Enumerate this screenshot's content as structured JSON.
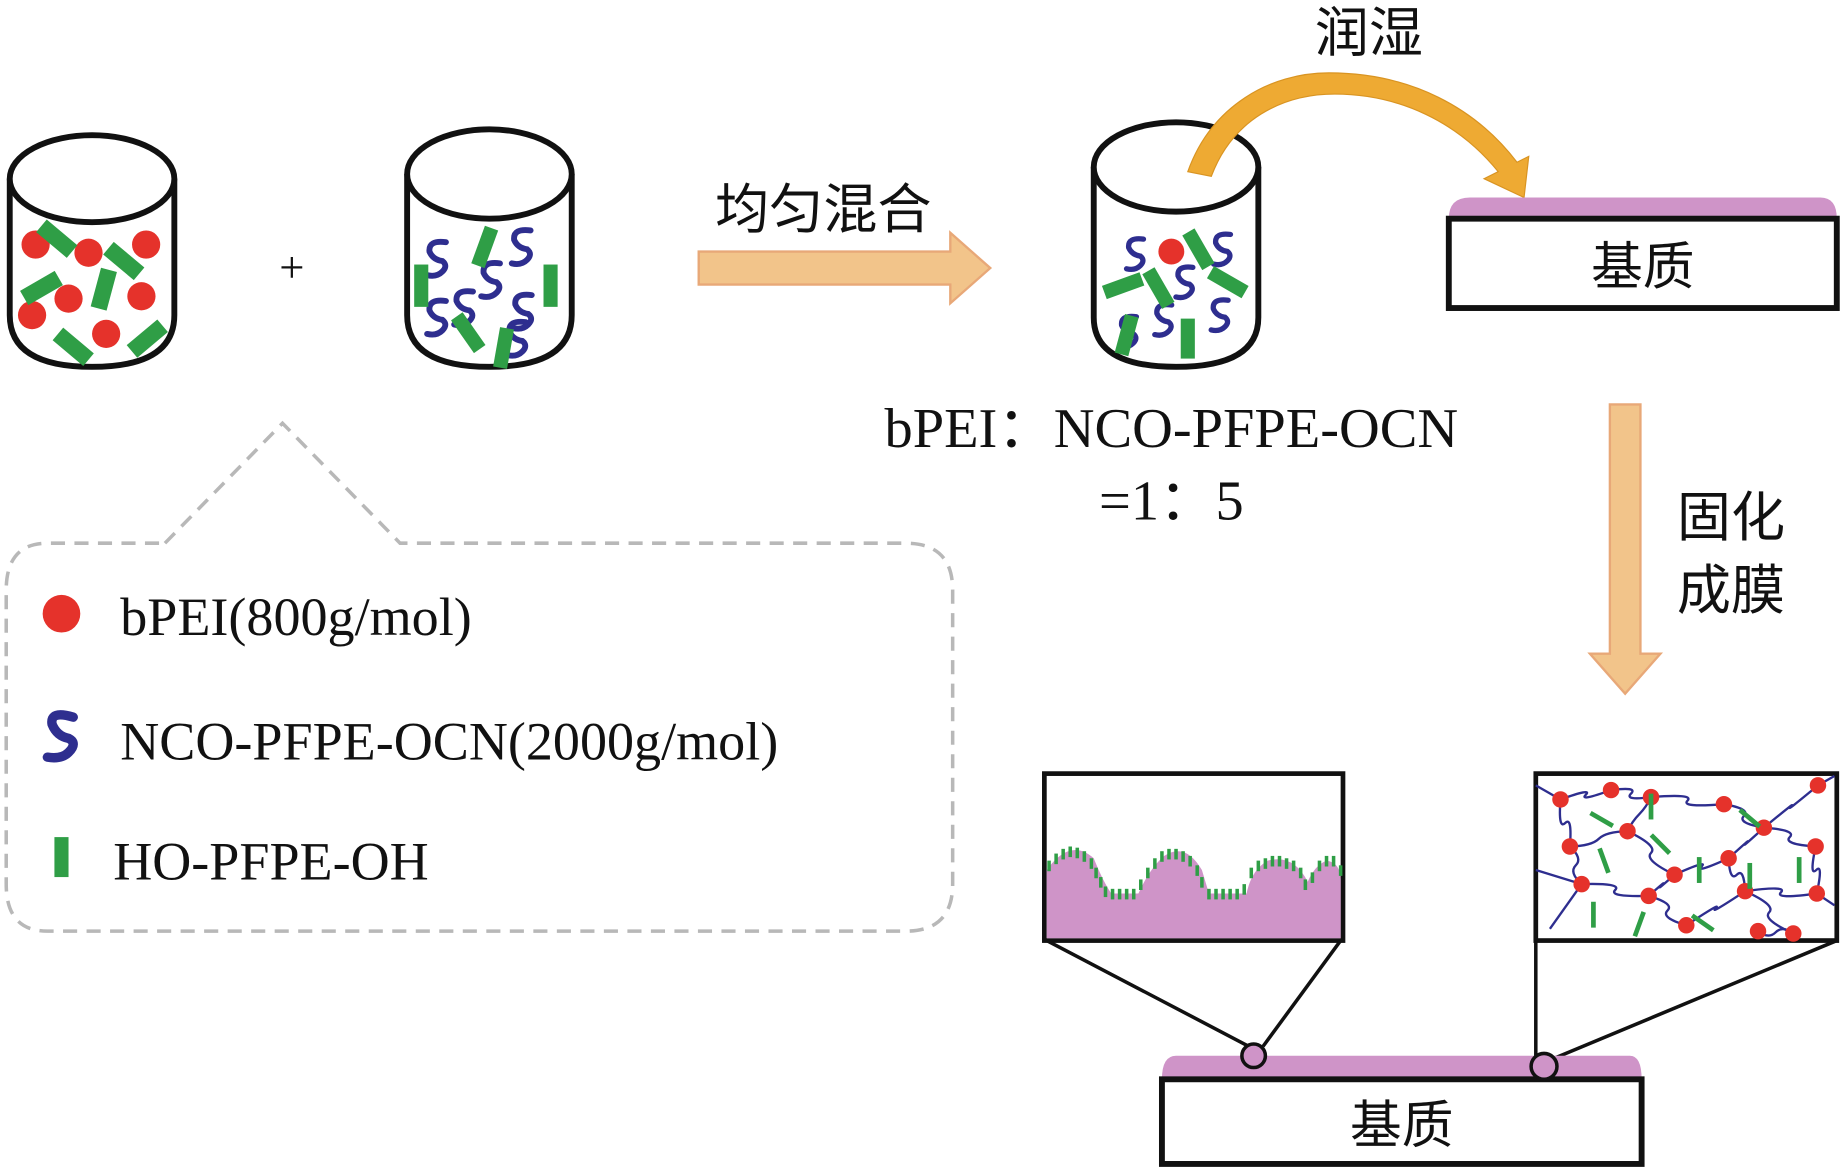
{
  "colors": {
    "bpei": "#e5322b",
    "nco_pfpe_ocn": "#2e2e8f",
    "ho_pfpe_oh": "#2f9e46",
    "arrow_fill": "#f2c48a",
    "arrow_stroke": "#e8a878",
    "curved_arrow": "#eeaa33",
    "film": "#cf94c8",
    "legend_border": "#b8b8b8",
    "outline": "#111111"
  },
  "step1": {
    "plus": "+",
    "container_a_contents": [
      "bPEI",
      "HO-PFPE-OH"
    ],
    "container_b_contents": [
      "NCO-PFPE-OCN",
      "HO-PFPE-OH"
    ]
  },
  "step2": {
    "arrow_label": "均匀混合",
    "ratio_line1": "bPEI：NCO-PFPE-OCN",
    "ratio_line2": "=1：5"
  },
  "step3": {
    "curved_arrow_label": "润湿",
    "substrate_label": "基质"
  },
  "step4": {
    "down_arrow_label_line1": "固化",
    "down_arrow_label_line2": "成膜"
  },
  "result": {
    "substrate_label": "基质",
    "inset_left": "surface-topography",
    "inset_right": "crosslinked-network"
  },
  "legend": {
    "items": [
      {
        "symbol": "red-circle",
        "label": "bPEI(800g/mol)"
      },
      {
        "symbol": "blue-s-chain",
        "label": "NCO-PFPE-OCN(2000g/mol)"
      },
      {
        "symbol": "green-bar",
        "label": "HO-PFPE-OH"
      }
    ]
  }
}
